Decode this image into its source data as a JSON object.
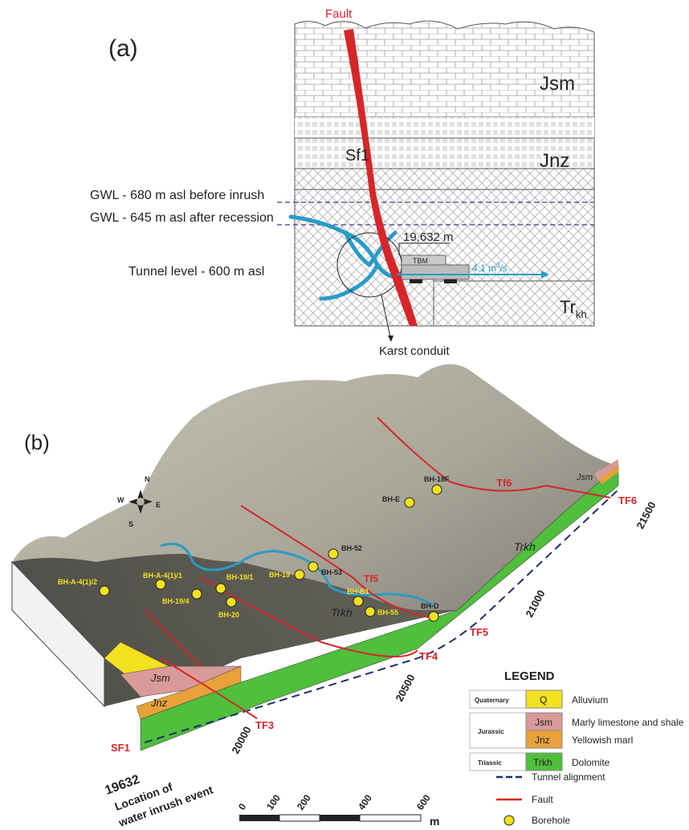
{
  "colors": {
    "fault": "#d6262a",
    "water": "#2a9bc7",
    "alluvium": "#f3e21f",
    "jsm": "#d99a9a",
    "jnz": "#e8a13a",
    "trkh": "#4fbf3c",
    "tunnel": "#1f2f6b"
  },
  "panel_a": {
    "label": "(a)",
    "fault": "Fault",
    "jsm": "Jsm",
    "jnz": "Jnz",
    "sf1": "Sf1",
    "gwl_before": "GWL - 680 m asl before inrush",
    "gwl_after": "GWL - 645 m asl after recession",
    "tunnel_level": "Tunnel level - 600 m asl",
    "chainage": "19,632 m",
    "tbm": "TBM",
    "flow": "4.1 m",
    "flow_sup": "3",
    "flow_unit": "/s",
    "trkh": "Tr",
    "trkh_sub": "kh",
    "karst": "Karst conduit"
  },
  "panel_b": {
    "label": "(b)",
    "compass": {
      "n": "N",
      "s": "S",
      "e": "E",
      "w": "W"
    },
    "faults": [
      "Tf6",
      "TF6",
      "Tf5",
      "TF5",
      "TF4",
      "TF3",
      "SF1"
    ],
    "boreholes": [
      "BH-18F",
      "BH-E",
      "BH-52",
      "BH-53",
      "BH-19",
      "BH-19/1",
      "BH-A-4(1)/1",
      "BH-A-4(1)/2",
      "BH-19/4",
      "BH-20",
      "BH-B1",
      "BH-55",
      "BH-D"
    ],
    "strata": {
      "jsm": "Jsm",
      "jnz": "Jnz",
      "trkh": "Trkh"
    },
    "chainages": [
      "21500",
      "21000",
      "20500",
      "20000",
      "19632"
    ],
    "event_line1": "Location of",
    "event_line2": "water inrush event",
    "scale_ticks": [
      "0",
      "100",
      "200",
      "400",
      "600"
    ],
    "scale_unit": "m"
  },
  "legend": {
    "title": "LEGEND",
    "rows": [
      {
        "era": "Quaternary",
        "code": "Q",
        "desc": "Alluvium"
      },
      {
        "era": "Jurassic",
        "code": "Jsm",
        "desc": "Marly limestone and shale"
      },
      {
        "era": "",
        "code": "Jnz",
        "desc": "Yellowish marl"
      },
      {
        "era": "Triassic",
        "code": "Trkh",
        "desc": "Dolomite"
      }
    ],
    "tunnel": "Tunnel alignment",
    "fault": "Fault",
    "borehole": "Borehole"
  }
}
